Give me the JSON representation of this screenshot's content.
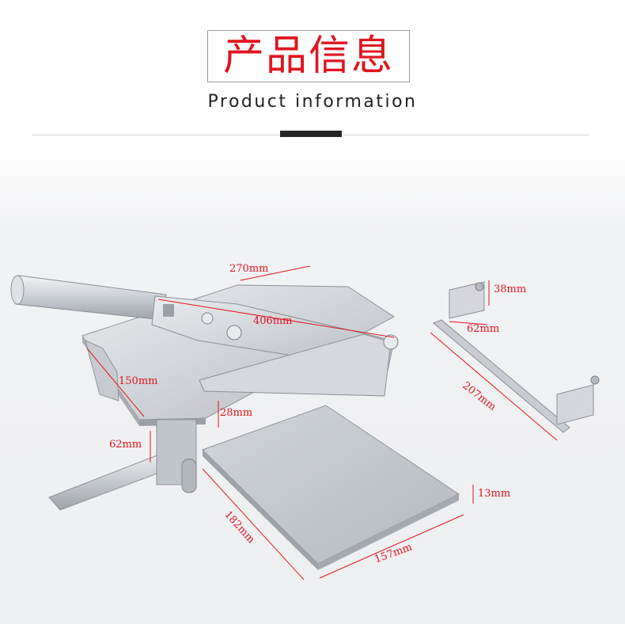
{
  "header": {
    "title": "产品信息",
    "subtitle": "Product information"
  },
  "colors": {
    "accent": "#e0151f",
    "rule_bar": "#262626",
    "steel": "#c4c8cc"
  },
  "dimensions": {
    "top_width": "270mm",
    "blade_length": "406mm",
    "holder_height": "38mm",
    "holder_width": "62mm",
    "holder_length": "207mm",
    "base_width": "150mm",
    "gap_height": "28mm",
    "foot_height": "62mm",
    "tray_depth": "13mm",
    "tray_length": "182mm",
    "tray_width": "157mm"
  }
}
